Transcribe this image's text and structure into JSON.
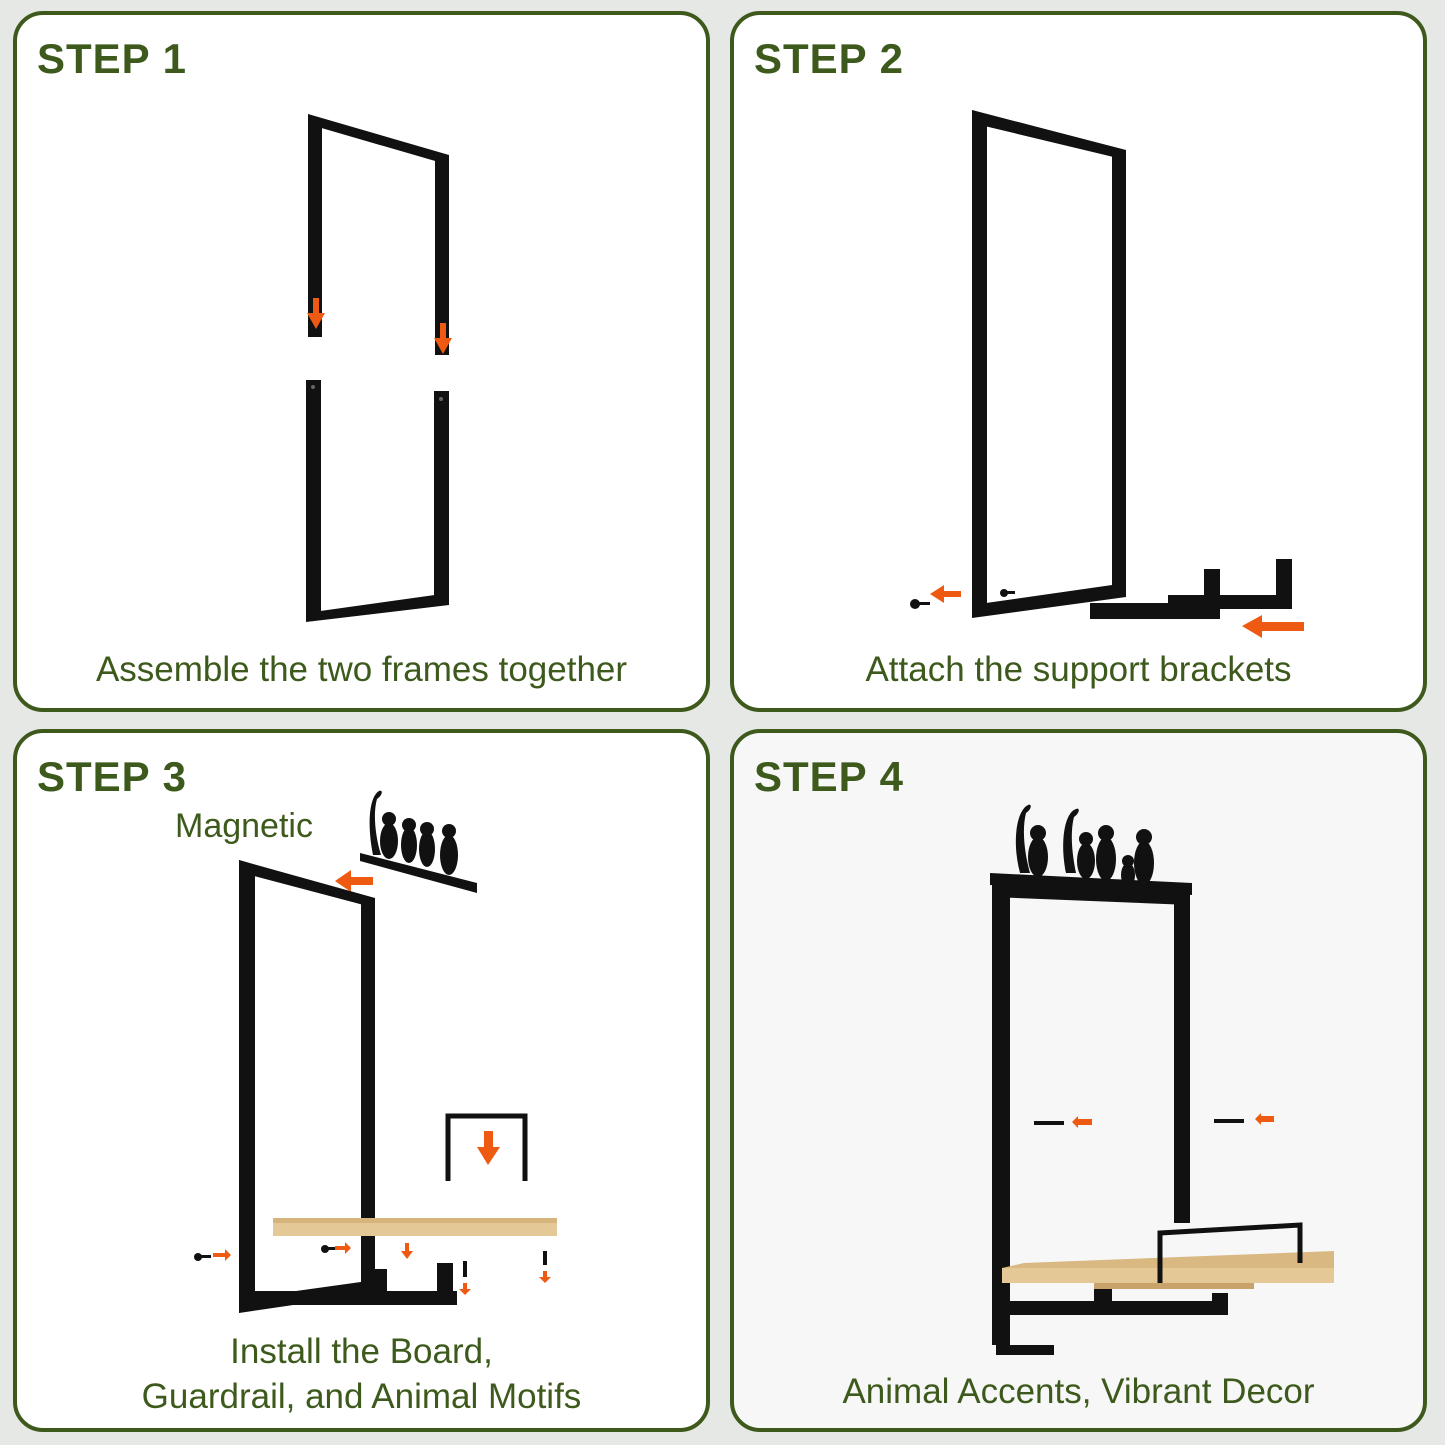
{
  "panels": [
    {
      "title": "STEP 1",
      "caption": "Assemble the two frames together"
    },
    {
      "title": "STEP 2",
      "caption": "Attach the support brackets"
    },
    {
      "title": "STEP 3",
      "callout": "Magnetic",
      "caption_line1": "Install the Board,",
      "caption_line2": "Guardrail, and Animal Motifs"
    },
    {
      "title": "STEP 4",
      "caption": "Animal Accents, Vibrant Decor"
    }
  ],
  "colors": {
    "accent_green": "#3d5a1c",
    "frame_black": "#111111",
    "arrow_orange": "#ee5a12",
    "board_wood": "#e4c896"
  },
  "icons": [
    "down-arrow-icon",
    "left-arrow-icon",
    "screw-icon",
    "cat-silhouette-icon"
  ]
}
